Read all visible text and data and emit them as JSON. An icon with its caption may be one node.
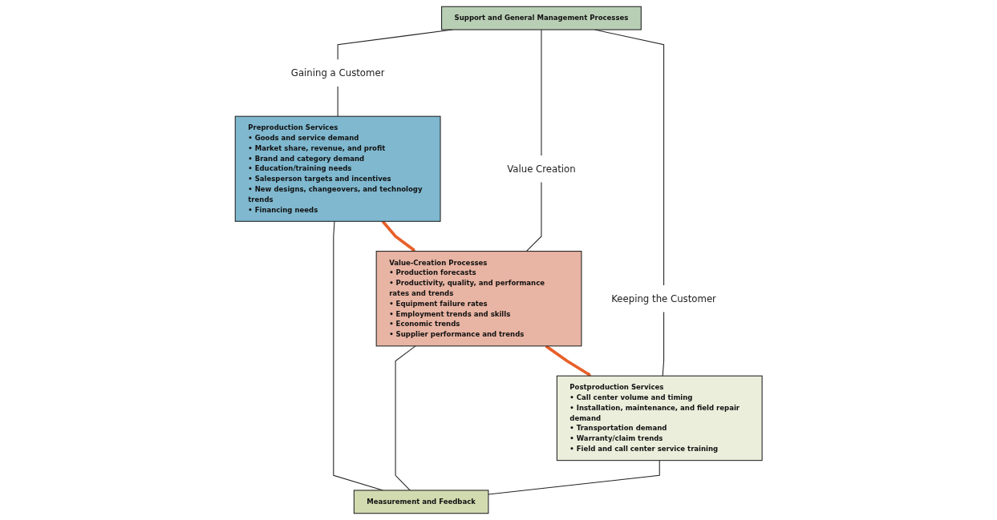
{
  "diagram": {
    "nodes": [
      {
        "text": [
          "Support and General Management Processes"
        ]
      },
      {
        "text": [
          "Gaining a Customer"
        ]
      },
      {
        "text": [
          "Value Creation"
        ]
      },
      {
        "text": [
          "Keeping the Customer"
        ]
      },
      {
        "text": [
          "Preproduction Services",
          "• Goods and service demand",
          "• Market share, revenue, and profit",
          "• Brand and category demand",
          "• Education/training needs",
          "• Salesperson targets and incentives",
          "• New designs, changeovers, and technology trends",
          "• Financing needs"
        ]
      },
      {
        "text": [
          "Value-Creation Processes",
          "• Production forecasts",
          "• Productivity, quality, and performance rates and trends",
          "• Equipment failure rates",
          "• Employment trends and skills",
          "• Economic trends",
          "• Supplier performance and trends"
        ]
      },
      {
        "text": [
          "Postproduction Services",
          "• Call center volume and timing",
          "• Installation, maintenance, and field repair demand",
          "• Transportation demand",
          "• Warranty/claim trends",
          "• Field and call center service training"
        ]
      },
      {
        "text": [
          "Measurement and Feedback"
        ]
      }
    ],
    "edges": [
      {
        "from": 0,
        "to": 1,
        "arrow": "none"
      },
      {
        "from": 0,
        "to": 2,
        "arrow": "none"
      },
      {
        "from": 0,
        "to": 3,
        "arrow": "none"
      },
      {
        "from": 1,
        "to": 4,
        "arrow": "none"
      },
      {
        "from": 2,
        "to": 5,
        "arrow": "none"
      },
      {
        "from": 3,
        "to": 6,
        "arrow": "none"
      },
      {
        "from": 4,
        "to": 7,
        "arrow": "none"
      },
      {
        "from": 5,
        "to": 7,
        "arrow": "none"
      },
      {
        "from": 6,
        "to": 7,
        "arrow": "none"
      },
      {
        "from": 4,
        "to": 5,
        "arrow": "to",
        "style": "thick",
        "color": "#e8602a"
      },
      {
        "from": 5,
        "to": 6,
        "arrow": "to",
        "style": "thick",
        "color": "#e8602a"
      }
    ]
  }
}
